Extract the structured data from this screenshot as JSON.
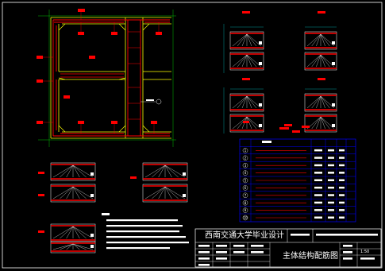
{
  "colors": {
    "background": "#000000",
    "frame": "#ffffff",
    "rebar_red": "#ff0000",
    "structure_yellow": "#ffff00",
    "table_lines": "#0000ff",
    "grid_lines": "#00c000",
    "dimensions": "#00c0c0",
    "text_white": "#ffffff"
  },
  "title_block": {
    "school": "西南交通大学毕业设计",
    "drawing_title": "主体结构配筋图",
    "scale": "1:50"
  },
  "rebar_table": {
    "row_numbers": [
      "1",
      "2",
      "3",
      "4",
      "5",
      "6",
      "7",
      "8",
      "9",
      "10"
    ]
  }
}
